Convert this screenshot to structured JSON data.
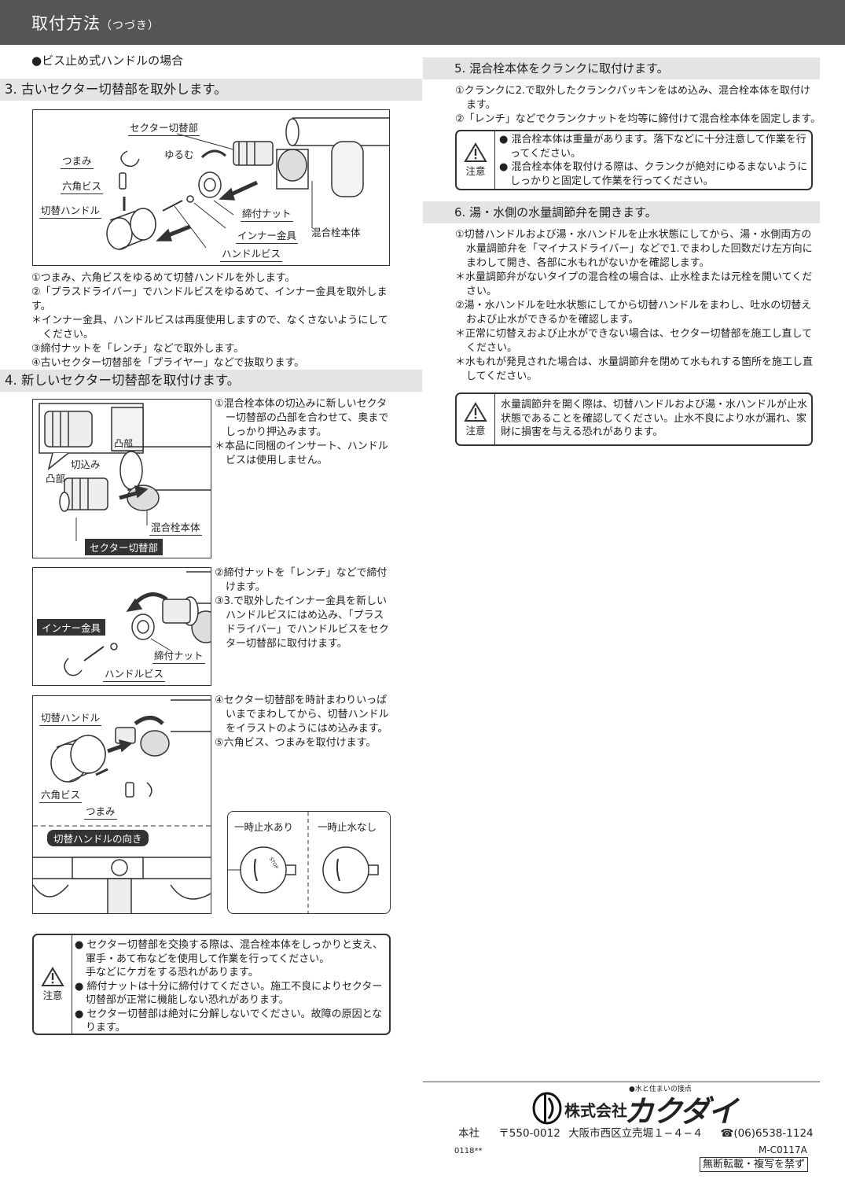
{
  "header": {
    "title": "取付方法",
    "subtitle": "（つづき）"
  },
  "left": {
    "screw_type": "●ビス止め式ハンドルの場合",
    "sec3": {
      "title": "3. 古いセクター切替部を取外します。",
      "labels": {
        "sector": "セクター切替部",
        "loosen": "ゆるむ",
        "knob": "つまみ",
        "hex": "六角ビス",
        "handle": "切替ハンドル",
        "nut": "締付ナット",
        "body": "混合栓本体",
        "inner": "インナー金具",
        "hscrew": "ハンドルビス"
      },
      "steps": [
        "①つまみ、六角ビスをゆるめて切替ハンドルを外します。",
        "②「プラスドライバー」でハンドルビスをゆるめて、インナー金具を取外します。",
        "＊インナー金具、ハンドルビスは再度使用しますので、なくさないようにしてください。",
        "③締付ナットを「レンチ」などで取外します。",
        "④古いセクター切替部を「プライヤー」などで抜取ります。"
      ]
    },
    "sec4": {
      "title": "4. 新しいセクター切替部を取付けます。",
      "fig1": {
        "bump_top": "凸部",
        "notch": "切込み",
        "bump_left": "凸部",
        "body": "混合栓本体",
        "sector": "セクター切替部"
      },
      "text1": [
        "①混合栓本体の切込みに新しいセクター切替部の凸部を合わせて、奥までしっかり押込みます。",
        "＊本品に同梱のインサート、ハンドルビスは使用しません。"
      ],
      "fig2": {
        "inner": "インナー金具",
        "nut": "締付ナット",
        "hscrew": "ハンドルビス"
      },
      "text2": [
        "②締付ナットを「レンチ」などで締付けます。",
        "③3.で取外したインナー金具を新しいハンドルビスにはめ込み、「プラスドライバー」でハンドルビスをセクター切替部に取付けます。"
      ],
      "fig3": {
        "handle": "切替ハンドル",
        "hex": "六角ビス",
        "knob": "つまみ",
        "orientation": "切替ハンドルの向き",
        "with_stop": "一時止水あり",
        "without_stop": "一時止水なし",
        "stop": "STOP"
      },
      "text3": [
        "④セクター切替部を時計まわりいっぱいまでまわしてから、切替ハンドルをイラストのようにはめ込みます。",
        "⑤六角ビス、つまみを取付けます。"
      ]
    },
    "caution": {
      "label": "注意",
      "items": [
        "● セクター切替部を交換する際は、混合栓本体をしっかりと支え、軍手・あて布などを使用して作業を行ってください。",
        "手などにケガをする恐れがあります。",
        "● 締付ナットは十分に締付けてください。施工不良によりセクター切替部が正常に機能しない恐れがあります。",
        "● セクター切替部は絶対に分解しないでください。故障の原因となります。"
      ]
    }
  },
  "right": {
    "sec5": {
      "title": "5. 混合栓本体をクランクに取付けます。",
      "steps": [
        "①クランクに2.で取外したクランクパッキンをはめ込み、混合栓本体を取付けます。",
        "②「レンチ」などでクランクナットを均等に締付けて混合栓本体を固定します。"
      ],
      "caution_label": "注意",
      "caution": [
        "● 混合栓本体は重量があります。落下などに十分注意して作業を行ってください。",
        "● 混合栓本体を取付ける際は、クランクが絶対にゆるまないようにしっかりと固定して作業を行ってください。"
      ]
    },
    "sec6": {
      "title": "6. 湯・水側の水量調節弁を開きます。",
      "steps": [
        "①切替ハンドルおよび湯・水ハンドルを止水状態にしてから、湯・水側両方の水量調節弁を「マイナスドライバー」などで1.でまわした回数だけ左方向にまわして開き、各部に水もれがないかを確認します。",
        "＊水量調節弁がないタイプの混合栓の場合は、止水栓または元栓を開いてください。",
        "②湯・水ハンドルを吐水状態にしてから切替ハンドルをまわし、吐水の切替えおよび止水ができるかを確認します。",
        "＊正常に切替えおよび止水ができない場合は、セクター切替部を施工し直してください。",
        "＊水もれが発見された場合は、水量調節弁を閉めて水もれする箇所を施工し直してください。"
      ],
      "caution_label": "注意",
      "caution": "水量調節弁を開く際は、切替ハンドルおよび湯・水ハンドルが止水状態であることを確認してください。止水不良により水が漏れ、家財に損害を与える恐れがあります。"
    }
  },
  "footer": {
    "tagline": "●水と住まいの接点",
    "company_prefix": "株式会社",
    "company_name": "カクダイ",
    "hq_label": "本社",
    "postal": "〒550-0012",
    "address": "大阪市西区立売堀１−４−４",
    "phone": "☎(06)6538-1124",
    "lot": "0118**",
    "doc_code": "M-C0117A",
    "notice": "無断転載・複写を禁ず"
  }
}
